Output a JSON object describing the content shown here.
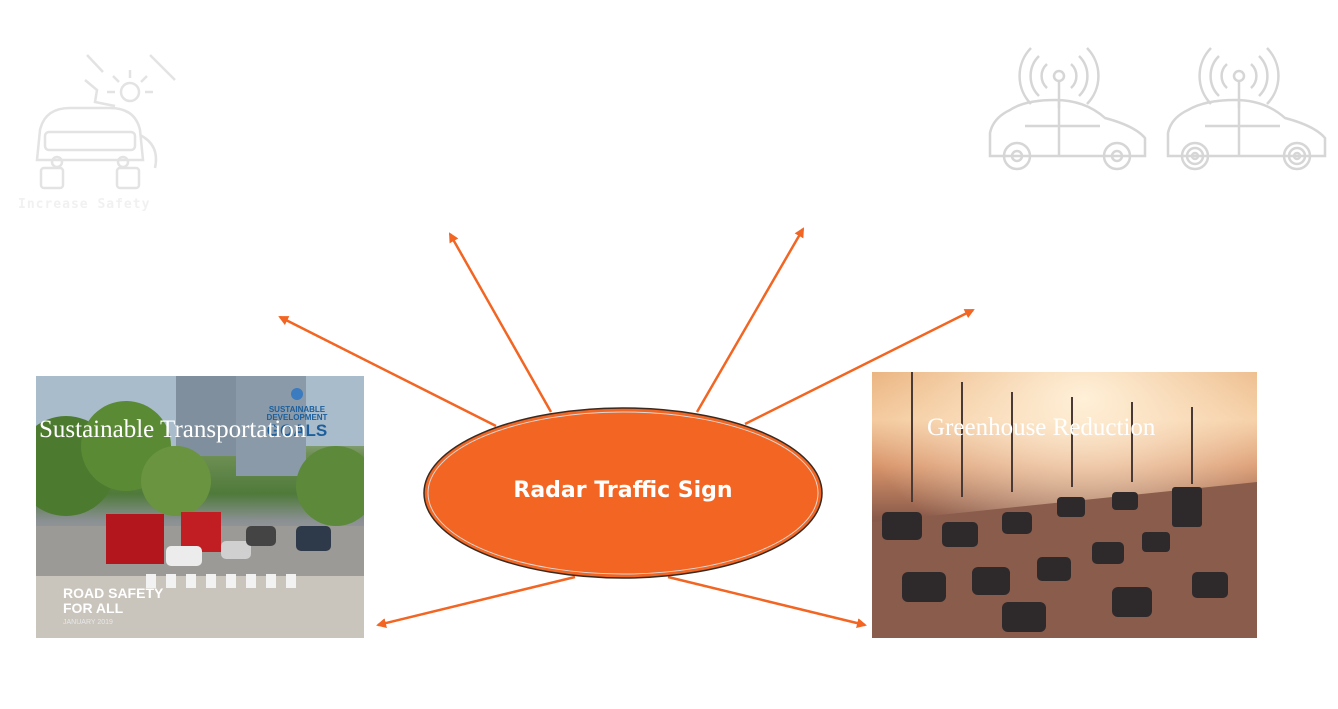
{
  "center_node": {
    "label": "Radar Traffic Sign",
    "fill": "#f26522"
  },
  "arrow_color": "#f26522",
  "left_image": {
    "overlay_title": "Sustainable Transportation",
    "badge_lines": [
      "SUSTAINABLE",
      "DEVELOPMENT",
      "GOALS"
    ],
    "cover_title_lines": [
      "ROAD SAFETY",
      "FOR ALL"
    ],
    "cover_date": "JANUARY 2019"
  },
  "right_image": {
    "overlay_title": "Greenhouse Reduction"
  },
  "top_left_icon": {
    "icon": "car-with-signal-lamp-icon",
    "caption": "Increase Safety"
  },
  "top_right_icon": {
    "icon": "radar-cars-icon"
  }
}
